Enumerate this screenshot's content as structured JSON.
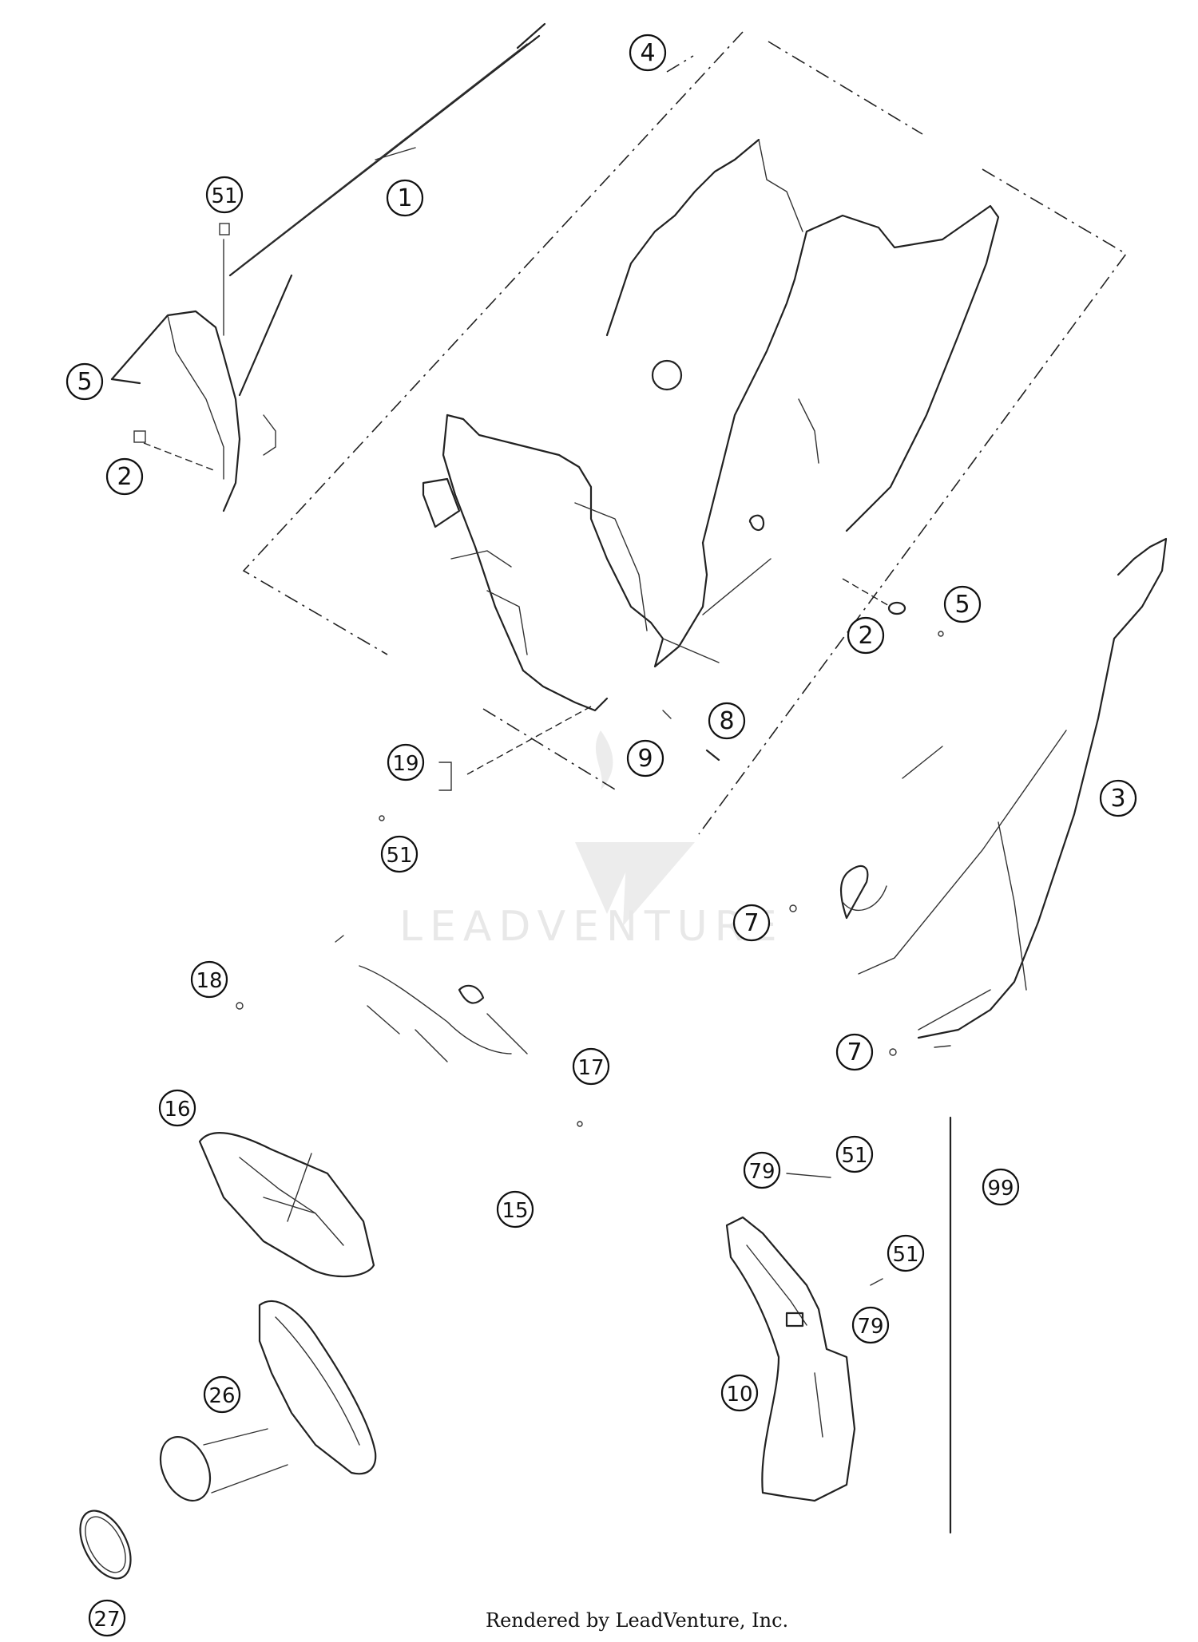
{
  "diagram": {
    "callouts": [
      "1",
      "51",
      "5",
      "2",
      "4",
      "2",
      "5",
      "8",
      "19",
      "9",
      "51",
      "3",
      "7",
      "18",
      "7",
      "17",
      "16",
      "15",
      "79",
      "51",
      "99",
      "51",
      "79",
      "26",
      "10",
      "27"
    ],
    "watermark": "LEADVENTURE",
    "footer": "Rendered by LeadVenture, Inc.",
    "colors": {
      "ink": "#111111",
      "watermark": "#e8e8e8"
    },
    "icons": {
      "watermark_logo": "leadventure-logo-icon"
    }
  }
}
